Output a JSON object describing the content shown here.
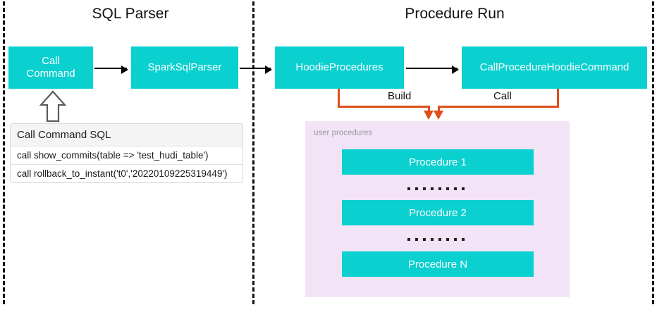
{
  "sections": [
    {
      "title": "SQL Parser"
    },
    {
      "title": "Procedure Run"
    }
  ],
  "nodes": {
    "call_command": "Call\nCommand",
    "call_command_line1": "Call",
    "call_command_line2": "Command",
    "spark_sql_parser": "SparkSqlParser",
    "hoodie_procedures": "HoodieProcedures",
    "call_procedure_hoodie_command": "CallProcedureHoodieCommand"
  },
  "edge_labels": {
    "build": "Build",
    "call": "Call"
  },
  "sql_table": {
    "header": "Call Command SQL",
    "rows": [
      "call show_commits(table => 'test_hudi_table')",
      "call rollback_to_instant('t0','20220109225319449')"
    ]
  },
  "procedures_panel": {
    "label": "user procedures",
    "items": [
      "Procedure 1",
      "Procedure 2",
      "Procedure N"
    ],
    "ellipsis_dots": 8
  },
  "colors": {
    "teal": "#0ad0d0",
    "panel_pink": "#f2e4f6",
    "orange": "#e04e18",
    "divider": "#111111",
    "label_grey": "#9a9a9a"
  }
}
